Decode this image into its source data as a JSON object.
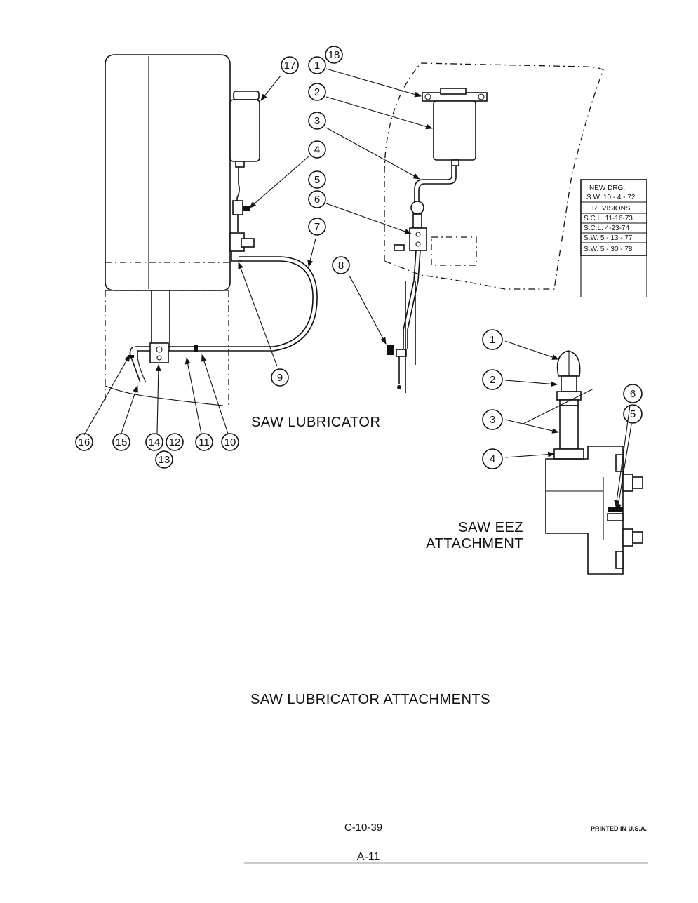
{
  "captions": {
    "saw_lubricator": "SAW LUBRICATOR",
    "saw_eez_line1": "SAW EEZ",
    "saw_eez_line2": "ATTACHMENT",
    "main_title": "SAW LUBRICATOR ATTACHMENTS"
  },
  "revision_block": {
    "new_drawing_label": "NEW DRG.",
    "new_drawing_entry": "S.W. 10 - 4 - 72",
    "revisions_label": "REVISIONS",
    "entries": [
      "S.C.L. 11-16-73",
      "S.C.L. 4-23-74",
      "S.W. 5 - 13 - 77",
      "S.W. 5 - 30 - 78"
    ]
  },
  "callouts_lubricator": [
    "17",
    "1",
    "18",
    "2",
    "3",
    "4",
    "5",
    "6",
    "7",
    "8",
    "9",
    "16",
    "15",
    "14",
    "12",
    "13",
    "11",
    "10"
  ],
  "callouts_saw_eez": [
    "1",
    "2",
    "3",
    "4",
    "6",
    "5"
  ],
  "footer": {
    "drawing_number": "C-10-39",
    "printed_in": "PRINTED IN U.S.A.",
    "page_number": "A-11"
  }
}
